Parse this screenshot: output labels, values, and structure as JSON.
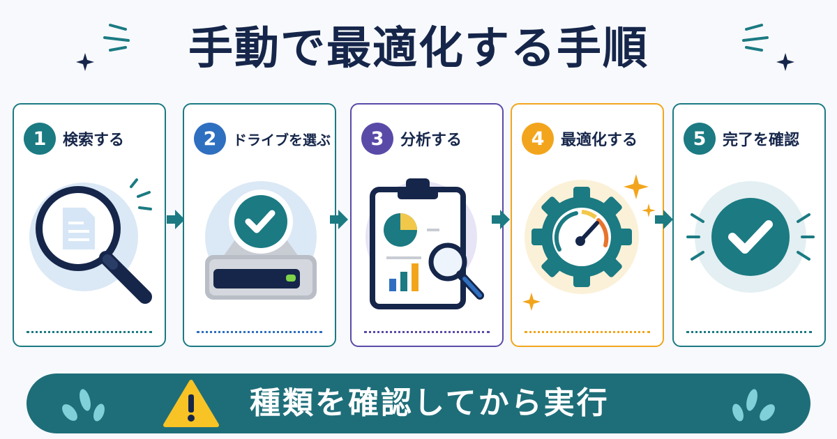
{
  "title": "手動で最適化する手順",
  "colors": {
    "navy": "#16264a",
    "teal": "#1b7a82",
    "blue": "#2f6fc0",
    "purple": "#5a4aa8",
    "orange": "#f2a51c",
    "banner": "#1e6e79",
    "warning": "#f7c325"
  },
  "steps": [
    {
      "number": "1",
      "label": "検索する",
      "icon": "magnifier-document-icon"
    },
    {
      "number": "2",
      "label": "ドライブを選ぶ",
      "icon": "drive-check-icon"
    },
    {
      "number": "3",
      "label": "分析する",
      "icon": "clipboard-chart-icon"
    },
    {
      "number": "4",
      "label": "最適化する",
      "icon": "gear-gauge-icon"
    },
    {
      "number": "5",
      "label": "完了を確認",
      "icon": "check-circle-icon"
    }
  ],
  "banner": {
    "text": "種類を確認してから実行",
    "icon": "warning-icon"
  }
}
